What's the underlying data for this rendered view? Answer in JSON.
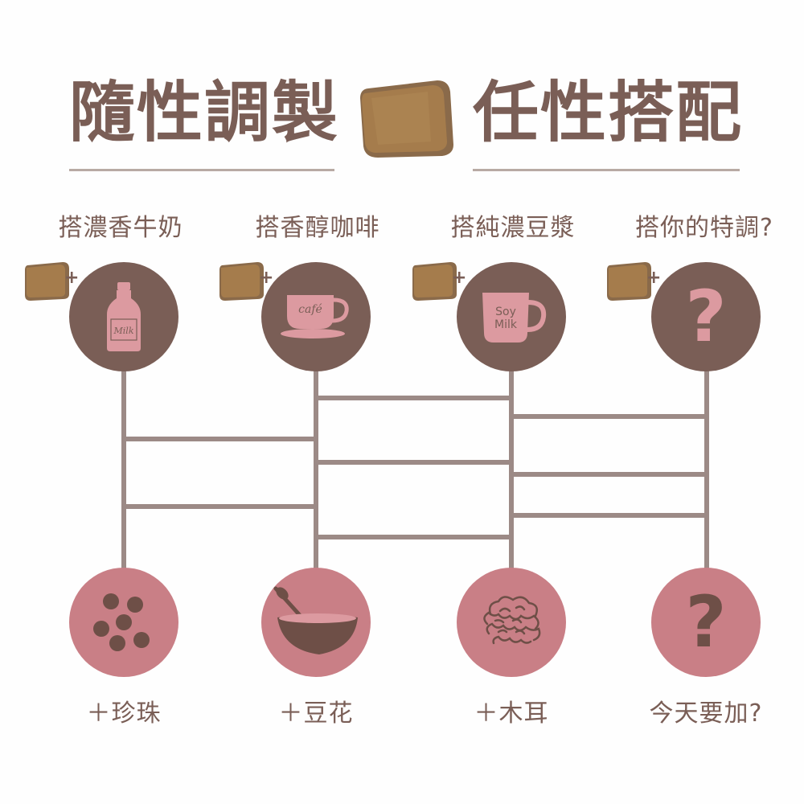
{
  "header": {
    "title_left": "隨性調製",
    "title_right": "任性搭配"
  },
  "drinks": [
    {
      "label": "搭濃香牛奶",
      "icon": "milk-bottle-icon",
      "icon_text": "Milk"
    },
    {
      "label": "搭香醇咖啡",
      "icon": "coffee-cup-icon",
      "icon_text": "café"
    },
    {
      "label": "搭純濃豆漿",
      "icon": "soy-milk-mug-icon",
      "icon_text": "Soy Milk"
    },
    {
      "label": "搭你的特調?",
      "icon": "question-mark-icon",
      "icon_text": "?"
    }
  ],
  "toppings": [
    {
      "label": "＋珍珠",
      "icon": "pearls-icon"
    },
    {
      "label": "＋豆花",
      "icon": "tofu-pudding-bowl-icon"
    },
    {
      "label": "＋木耳",
      "icon": "wood-ear-fungus-icon"
    },
    {
      "label": "今天要加?",
      "icon": "question-mark-icon",
      "icon_text": "?"
    }
  ],
  "plus_sign": "+",
  "colors": {
    "brown": "#7a5e56",
    "pink": "#c97f86",
    "light_pink": "#dc9aa0",
    "cube": "#a57c4c",
    "line": "#9c8a86"
  }
}
